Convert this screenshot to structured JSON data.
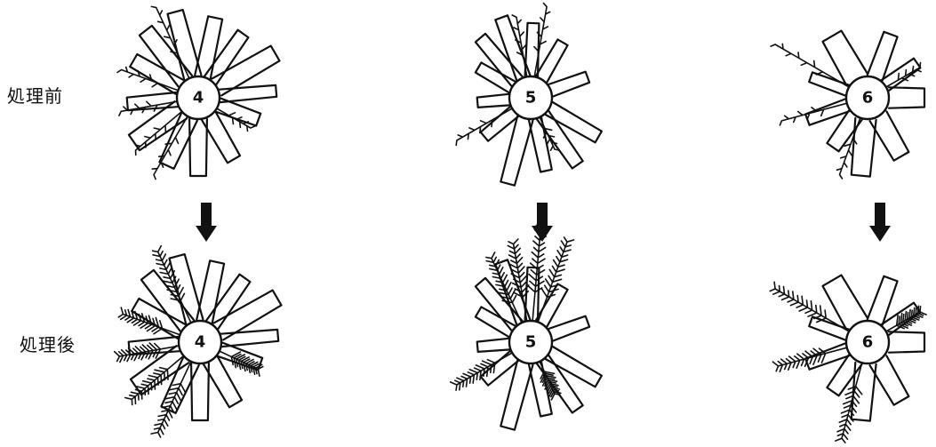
{
  "row_labels": {
    "before": "処理前",
    "after": "処理後"
  },
  "specimens": [
    {
      "id": "4",
      "before_label": "4",
      "after_label": "4"
    },
    {
      "id": "5",
      "before_label": "5",
      "after_label": "5"
    },
    {
      "id": "6",
      "before_label": "6",
      "after_label": "6"
    }
  ],
  "colors": {
    "ink": "#111111",
    "background": "#ffffff"
  }
}
